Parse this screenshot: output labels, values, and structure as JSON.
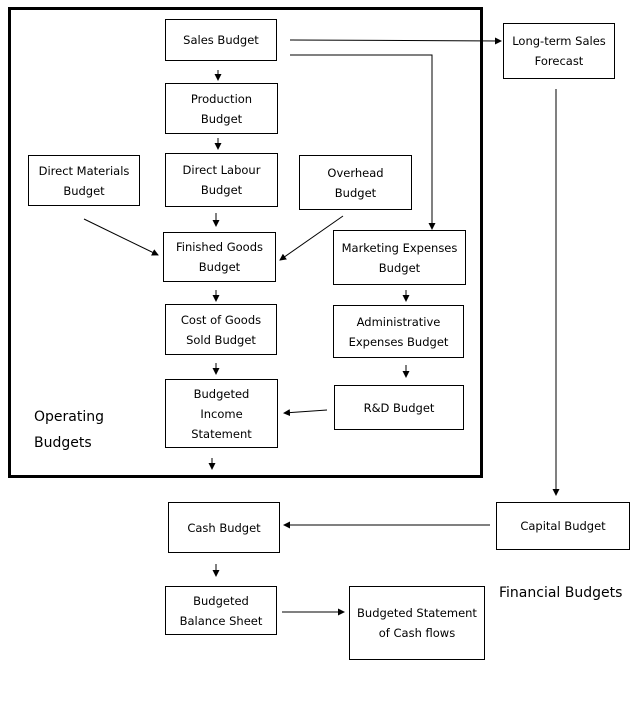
{
  "boxes": {
    "sales_budget": "Sales Budget",
    "long_term_sales_forecast": "Long-term Sales\nForecast",
    "production_budget": "Production\nBudget",
    "direct_materials_budget": "Direct Materials\nBudget",
    "direct_labour_budget": "Direct Labour\nBudget",
    "overhead_budget": "Overhead\nBudget",
    "finished_goods_budget": "Finished Goods\nBudget",
    "marketing_expenses_budget": "Marketing Expenses\nBudget",
    "cost_of_goods_sold_budget": "Cost of Goods\nSold Budget",
    "administrative_expenses_budget": "Administrative\nExpenses Budget",
    "budgeted_income_statement": "Budgeted\nIncome\nStatement",
    "rd_budget": "R&D Budget",
    "cash_budget": "Cash Budget",
    "capital_budget": "Capital Budget",
    "budgeted_balance_sheet": "Budgeted\nBalance Sheet",
    "budgeted_statement_of_cash_flows": "Budgeted Statement\nof Cash flows"
  },
  "labels": {
    "operating_budgets": "Operating\nBudgets",
    "financial_budgets": "Financial Budgets"
  }
}
